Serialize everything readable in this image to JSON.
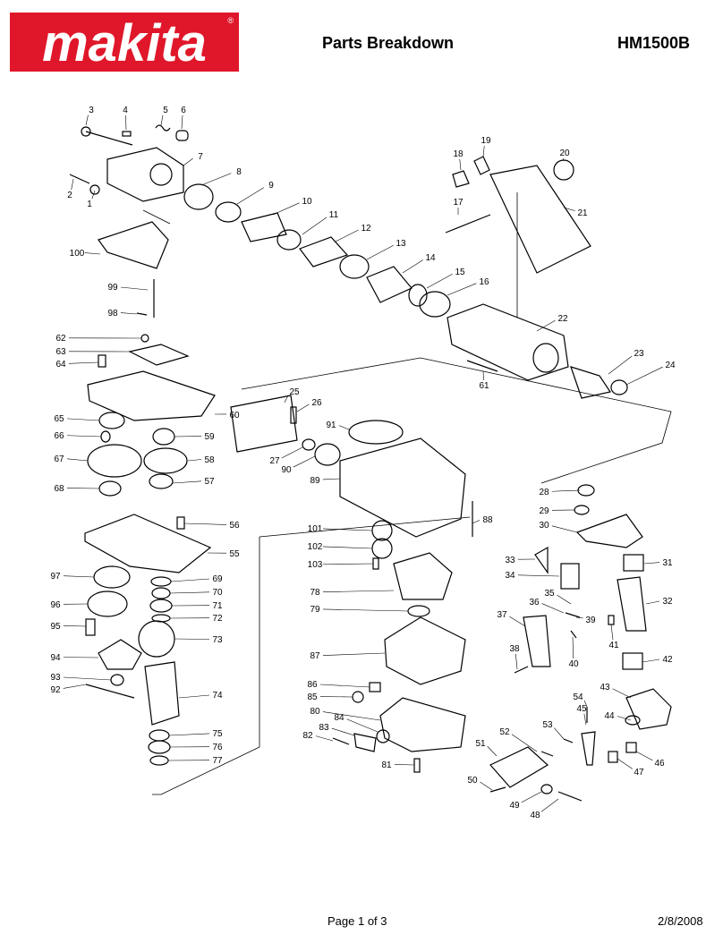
{
  "header": {
    "logo_text": "makita",
    "title": "Parts Breakdown",
    "model": "HM1500B"
  },
  "footer": {
    "page": "Page 1 of 3",
    "date": "2/8/2008"
  },
  "colors": {
    "brand_red": "#e0172a"
  },
  "parts": [
    "1",
    "2",
    "3",
    "4",
    "5",
    "6",
    "7",
    "8",
    "9",
    "10",
    "11",
    "12",
    "13",
    "14",
    "15",
    "16",
    "17",
    "18",
    "19",
    "20",
    "21",
    "22",
    "23",
    "24",
    "25",
    "26",
    "27",
    "28",
    "29",
    "30",
    "31",
    "32",
    "33",
    "34",
    "35",
    "36",
    "37",
    "38",
    "39",
    "40",
    "41",
    "42",
    "43",
    "44",
    "45",
    "46",
    "47",
    "48",
    "49",
    "50",
    "51",
    "52",
    "53",
    "54",
    "55",
    "56",
    "57",
    "58",
    "59",
    "60",
    "61",
    "62",
    "63",
    "64",
    "65",
    "66",
    "67",
    "68",
    "69",
    "70",
    "71",
    "72",
    "73",
    "74",
    "75",
    "76",
    "77",
    "78",
    "79",
    "80",
    "81",
    "82",
    "83",
    "84",
    "85",
    "86",
    "87",
    "88",
    "89",
    "90",
    "91",
    "92",
    "93",
    "94",
    "95",
    "96",
    "97",
    "98",
    "99",
    "100",
    "101",
    "102",
    "103"
  ]
}
